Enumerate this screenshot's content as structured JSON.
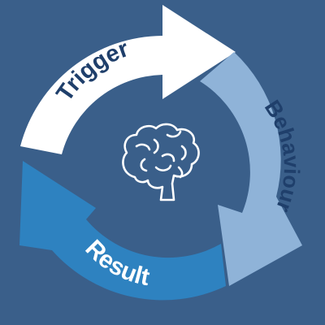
{
  "diagram": {
    "segments": [
      {
        "id": "trigger",
        "label": "Trigger",
        "color": "#ffffff",
        "text_color": "#1f3f6b"
      },
      {
        "id": "behaviour",
        "label": "Behaviour",
        "color": "#8fb3d8",
        "text_color": "#1f3f6b"
      },
      {
        "id": "result",
        "label": "Result",
        "color": "#2e82c0",
        "text_color": "#ffffff"
      }
    ],
    "center_icon": "brain-icon"
  },
  "colors": {
    "background": "#3a5f8a",
    "icon": "#ffffff"
  }
}
